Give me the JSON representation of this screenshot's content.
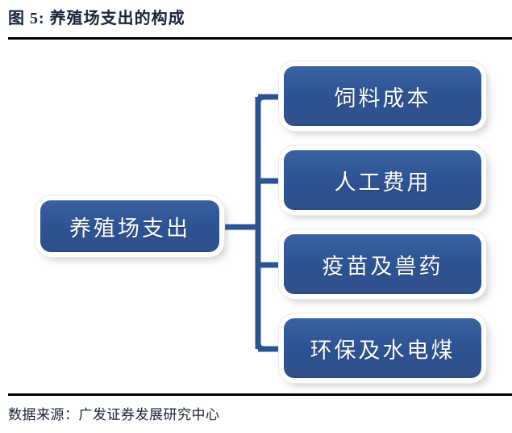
{
  "header": {
    "title": "图 5: 养殖场支出的构成"
  },
  "diagram": {
    "type": "tree",
    "orientation": "left-to-right",
    "accent_color": "#2d5496",
    "node_text_color": "#ffffff",
    "node_border_color": "#ffffff",
    "connector_color": "#2b5394",
    "root": {
      "label": "养殖场支出"
    },
    "children": [
      {
        "label": "饲料成本"
      },
      {
        "label": "人工费用"
      },
      {
        "label": "疫苗及兽药"
      },
      {
        "label": "环保及水电煤"
      }
    ]
  },
  "footer": {
    "source": "数据来源：广发证券发展研究中心"
  }
}
